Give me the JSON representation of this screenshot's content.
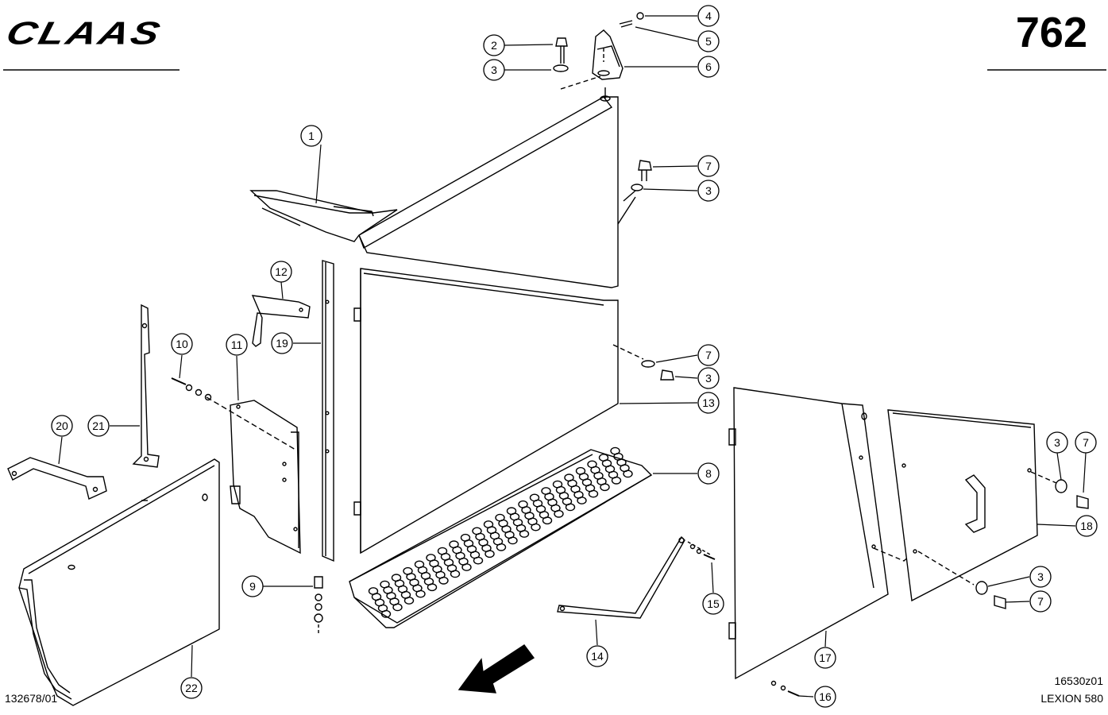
{
  "header": {
    "brand": "CLAAS",
    "page_number": "762"
  },
  "footer": {
    "drawing_number": "132678/01",
    "figure_code": "16530z01",
    "model": "LEXION 580"
  },
  "callouts": [
    "1",
    "2",
    "3",
    "4",
    "5",
    "6",
    "7",
    "3",
    "7",
    "3",
    "8",
    "9",
    "10",
    "11",
    "12",
    "13",
    "14",
    "15",
    "16",
    "17",
    "18",
    "3",
    "7",
    "3",
    "7",
    "19",
    "20",
    "21",
    "22"
  ]
}
